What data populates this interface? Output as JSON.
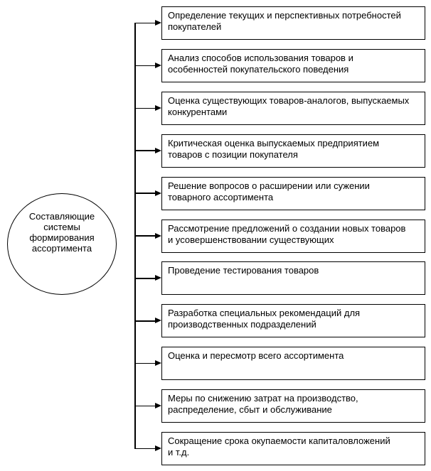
{
  "diagram": {
    "ellipse_label": "Составляющие\nсистемы\nформирования\nассортимента",
    "boxes": [
      "Определение текущих и перспективных потребностей\nпокупателей",
      "Анализ способов использования товаров и\nособенностей покупательского поведения",
      "Оценка существующих товаров-аналогов, выпускаемых\nконкурентами",
      "Критическая оценка выпускаемых предприятием\nтоваров с позиции покупателя",
      "Решение вопросов о расширении или сужении\nтоварного ассортимента",
      "Рассмотрение предложений о создании новых товаров\nи усовершенствовании существующих",
      "Проведение тестирования товаров",
      "Разработка специальных рекомендаций для\nпроизводственных подразделений",
      "Оценка и пересмотр всего ассортимента",
      "Меры по снижению затрат на производство,\nраспределение, сбыт и обслуживание",
      "Сокращение срока окупаемости капиталовложений\nи т.д."
    ],
    "colors": {
      "line": "#000000",
      "text": "#000000",
      "background": "#ffffff"
    }
  }
}
